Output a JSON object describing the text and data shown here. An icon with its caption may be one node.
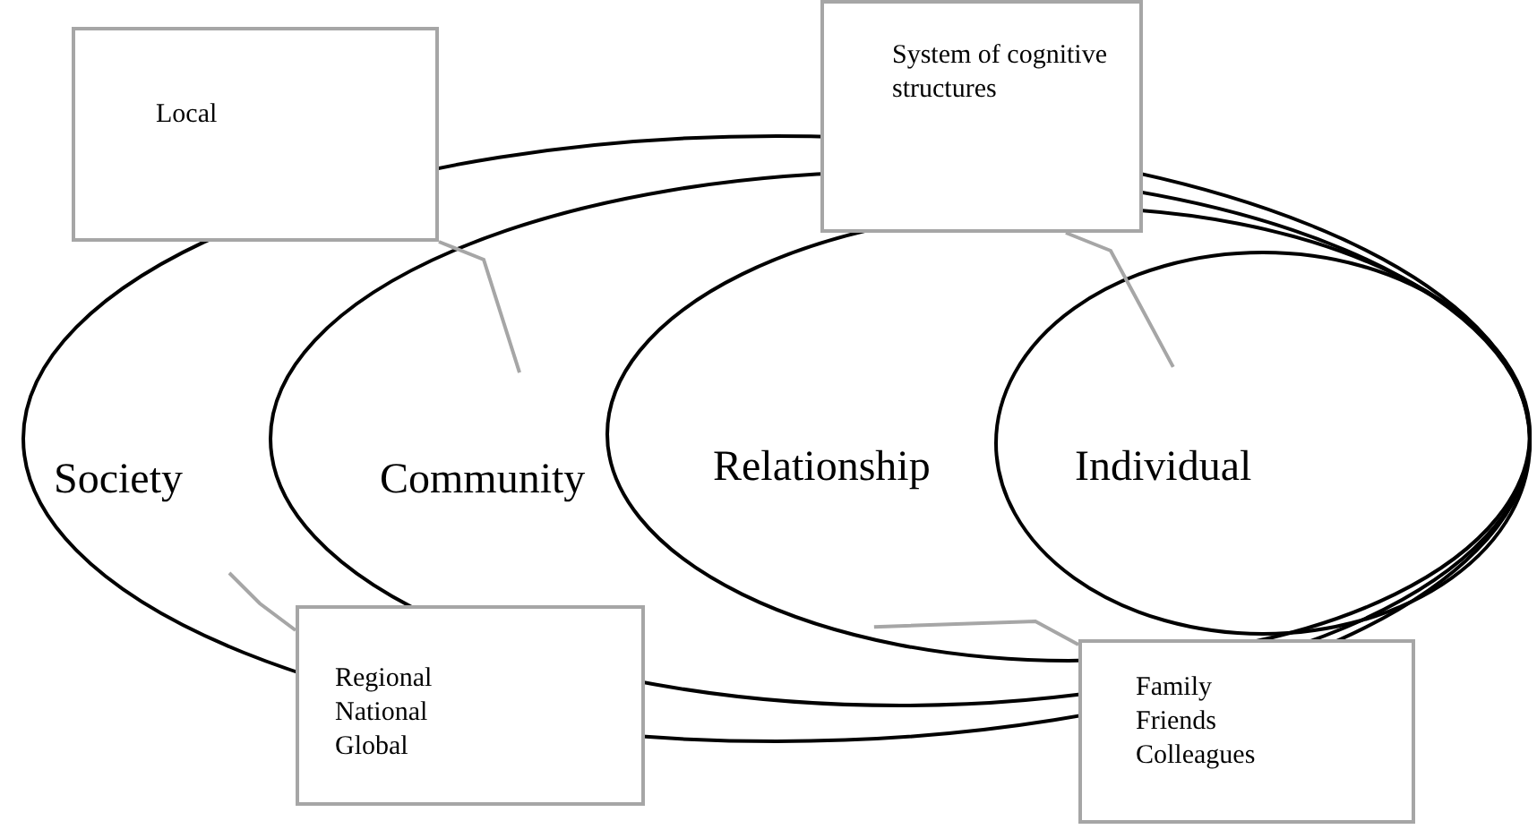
{
  "diagram": {
    "nodes": [
      {
        "text": [
          "Society"
        ]
      },
      {
        "text": [
          "Community"
        ],
        "in": 0
      },
      {
        "text": [
          "Relationship"
        ],
        "in": 1
      },
      {
        "text": [
          "Individual"
        ],
        "in": 2
      },
      {
        "text": [
          "Local"
        ]
      },
      {
        "text": [
          "System of cognitive structures"
        ]
      },
      {
        "text": [
          "Regional",
          "National",
          "Global"
        ]
      },
      {
        "text": [
          "Family",
          "Friends",
          "Colleagues"
        ]
      }
    ],
    "edges": [
      {
        "from": 4,
        "to": 1,
        "arrow": "none"
      },
      {
        "from": 5,
        "to": 3,
        "arrow": "none"
      },
      {
        "from": 6,
        "to": 0,
        "arrow": "none"
      },
      {
        "from": 7,
        "to": 2,
        "arrow": "none"
      }
    ]
  }
}
